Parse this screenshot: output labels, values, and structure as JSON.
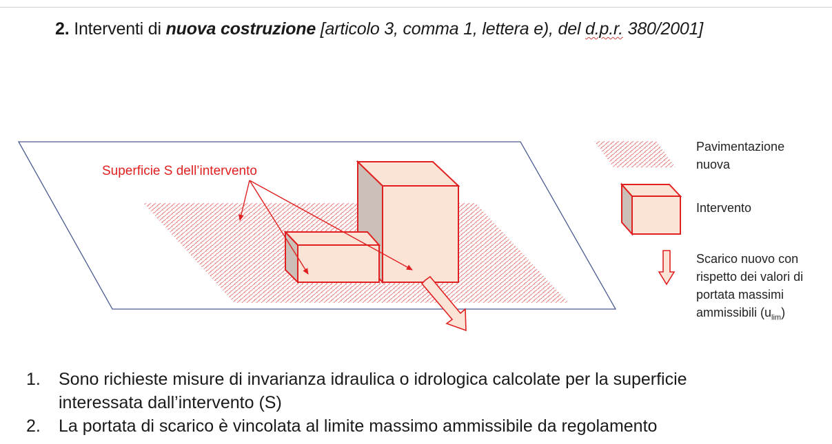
{
  "title": {
    "number": "2.",
    "prefix": " Interventi di ",
    "emphasis": "nuova costruzione",
    "ref_part1": " [articolo 3, comma 1, lettera e), del ",
    "ref_dpr": "d.p.r.",
    "ref_part2": " 380/2001]"
  },
  "diagram": {
    "surface_label": "Superficie S dell’intervento"
  },
  "legend": {
    "pavement_line1": "Pavimentazione",
    "pavement_line2": "nuova",
    "intervention": "Intervento",
    "discharge_line1": "Scarico nuovo con",
    "discharge_line2": "rispetto dei valori di",
    "discharge_line3": "portata massimi",
    "discharge_line4": "ammissibili (u",
    "discharge_sub": "lim",
    "discharge_close": ")"
  },
  "list": [
    {
      "num": "1.",
      "line1": "Sono richieste misure di invarianza idraulica o idrologica calcolate per la superficie",
      "line2": "interessata dall’intervento (S)"
    },
    {
      "num": "2.",
      "line1": "La portata di scarico è vincolata al limite massimo ammissibile da regolamento"
    }
  ],
  "colors": {
    "accent_red": "#e02020",
    "box_fill": "#fbe3d6",
    "box_side": "#cbbfb8",
    "plane_stroke": "#4a5a90"
  }
}
